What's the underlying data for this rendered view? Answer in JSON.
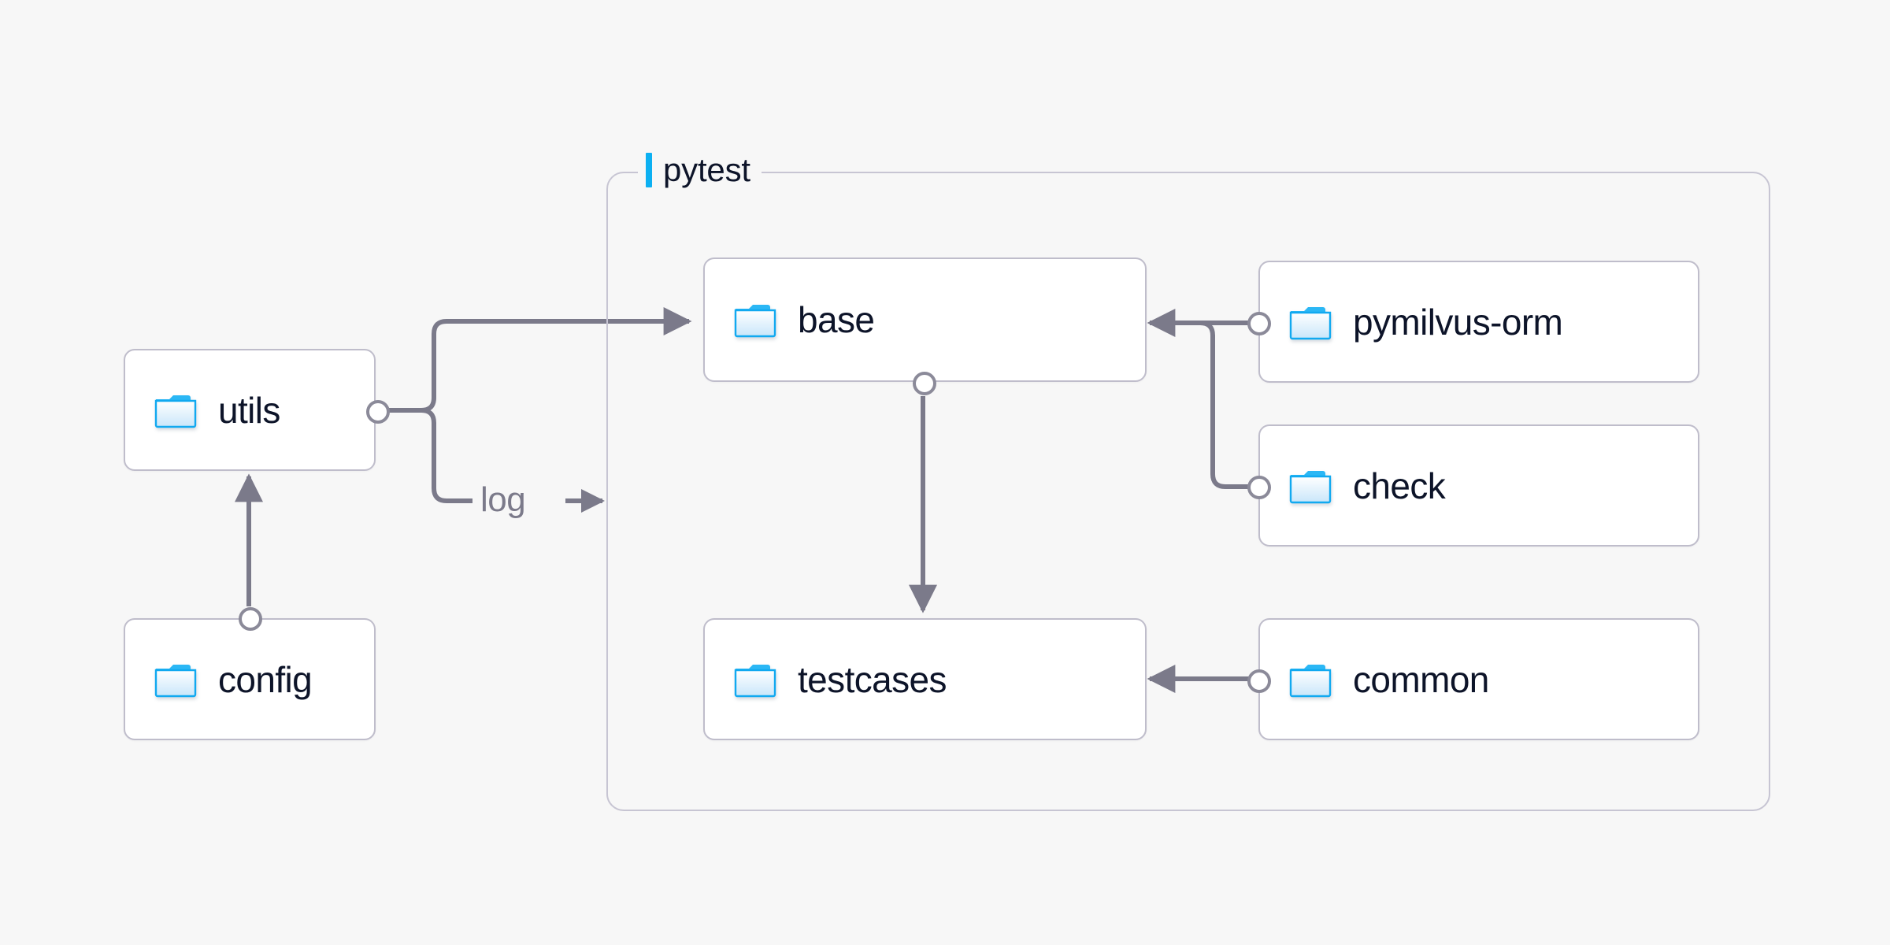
{
  "diagram": {
    "type": "architecture-flow",
    "background_color": "#f7f7f7",
    "accent_color": "#0cb0f2",
    "edge_color": "#7b7a8a",
    "node_border_color": "#bfbdcb",
    "text_color": "#0d1429"
  },
  "group": {
    "title": "pytest",
    "accent_icon": "vertical-bar-accent"
  },
  "nodes": [
    {
      "id": "utils",
      "label": "utils",
      "icon": "folder-icon"
    },
    {
      "id": "config",
      "label": "config",
      "icon": "folder-icon"
    },
    {
      "id": "base",
      "label": "base",
      "icon": "folder-icon"
    },
    {
      "id": "testcases",
      "label": "testcases",
      "icon": "folder-icon"
    },
    {
      "id": "pymilvus-orm",
      "label": "pymilvus-orm",
      "icon": "folder-icon"
    },
    {
      "id": "check",
      "label": "check",
      "icon": "folder-icon"
    },
    {
      "id": "common",
      "label": "common",
      "icon": "folder-icon"
    }
  ],
  "edges": [
    {
      "from": "utils",
      "to": "base",
      "label": ""
    },
    {
      "from": "utils",
      "to": "pytest",
      "label": "log"
    },
    {
      "from": "config",
      "to": "utils",
      "label": ""
    },
    {
      "from": "base",
      "to": "testcases",
      "label": ""
    },
    {
      "from": "pymilvus-orm",
      "to": "base",
      "label": ""
    },
    {
      "from": "check",
      "to": "base",
      "label": ""
    },
    {
      "from": "common",
      "to": "testcases",
      "label": ""
    }
  ],
  "edge_labels": {
    "log": "log"
  }
}
